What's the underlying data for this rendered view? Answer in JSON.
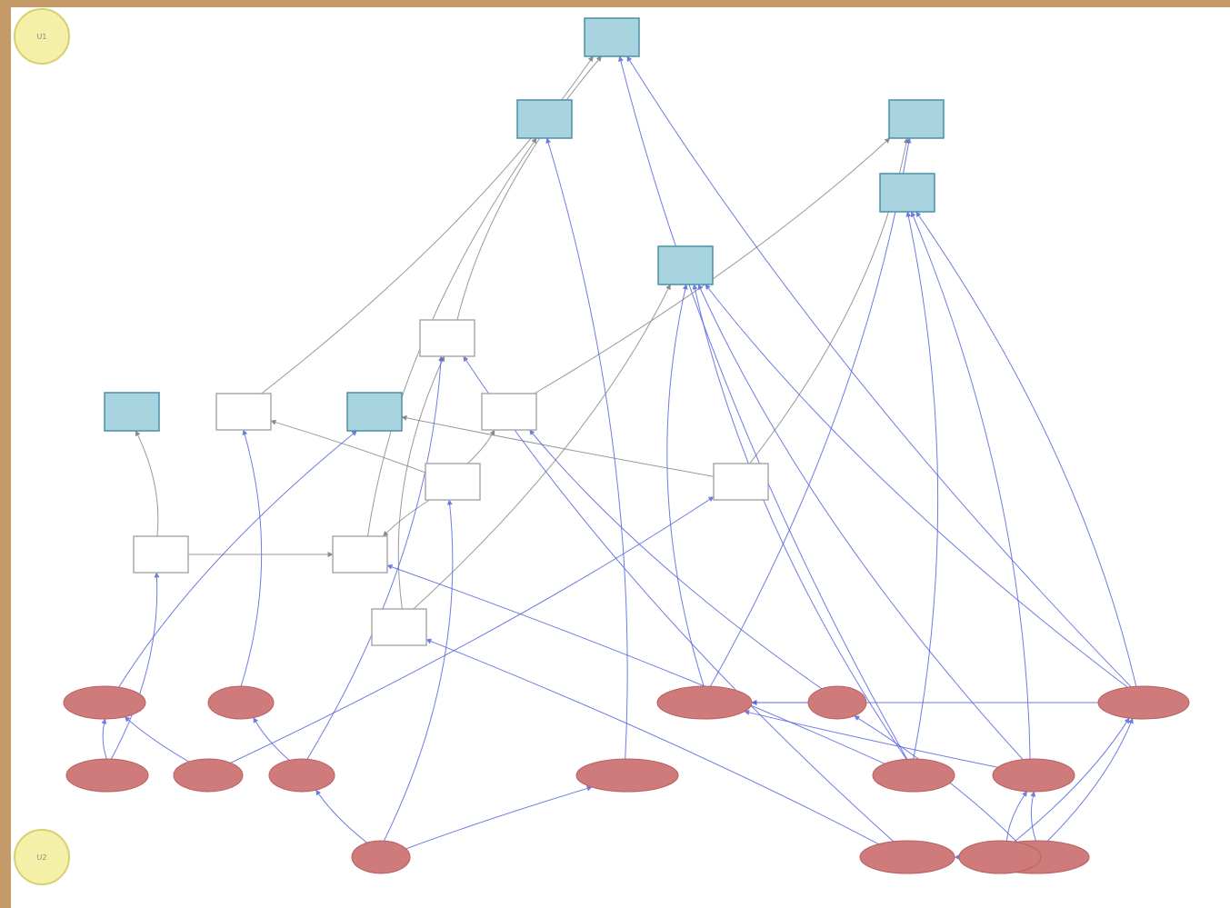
{
  "diagram": {
    "corner_top": "U1",
    "corner_bottom": "U2",
    "nodes": [
      {
        "id": "t1",
        "kind": "target",
        "label": ""
      },
      {
        "id": "t2",
        "kind": "target",
        "label": ""
      },
      {
        "id": "t3",
        "kind": "target",
        "label": ""
      },
      {
        "id": "t4",
        "kind": "target",
        "label": ""
      },
      {
        "id": "t5",
        "kind": "target",
        "label": ""
      },
      {
        "id": "t6",
        "kind": "target",
        "label": ""
      },
      {
        "id": "t7",
        "kind": "target",
        "label": ""
      },
      {
        "id": "m1",
        "kind": "module",
        "label": ""
      },
      {
        "id": "m2",
        "kind": "module",
        "label": ""
      },
      {
        "id": "m3",
        "kind": "module",
        "label": ""
      },
      {
        "id": "m4",
        "kind": "module",
        "label": ""
      },
      {
        "id": "m5",
        "kind": "module",
        "label": ""
      },
      {
        "id": "m6",
        "kind": "module",
        "label": ""
      },
      {
        "id": "m7",
        "kind": "module",
        "label": ""
      },
      {
        "id": "m8",
        "kind": "module",
        "label": ""
      },
      {
        "id": "p1",
        "kind": "source",
        "label": ""
      },
      {
        "id": "p2",
        "kind": "source",
        "label": ""
      },
      {
        "id": "p3",
        "kind": "source",
        "label": ""
      },
      {
        "id": "p4",
        "kind": "source",
        "label": ""
      },
      {
        "id": "p5",
        "kind": "source",
        "label": ""
      },
      {
        "id": "p6",
        "kind": "source",
        "label": ""
      },
      {
        "id": "p7",
        "kind": "source",
        "label": ""
      },
      {
        "id": "p8",
        "kind": "source",
        "label": ""
      },
      {
        "id": "p9",
        "kind": "source",
        "label": ""
      },
      {
        "id": "p10",
        "kind": "source",
        "label": ""
      },
      {
        "id": "p11",
        "kind": "source",
        "label": ""
      },
      {
        "id": "p12",
        "kind": "source",
        "label": ""
      },
      {
        "id": "p13",
        "kind": "source",
        "label": ""
      },
      {
        "id": "p14",
        "kind": "source",
        "label": ""
      },
      {
        "id": "p15",
        "kind": "source",
        "label": ""
      }
    ],
    "edges": [
      [
        "m1",
        "t1"
      ],
      [
        "m2",
        "t1"
      ],
      [
        "m3",
        "t3"
      ],
      [
        "m4",
        "t2"
      ],
      [
        "m5",
        "t4"
      ],
      [
        "m5",
        "m4"
      ],
      [
        "m6",
        "m1"
      ],
      [
        "m6",
        "m4"
      ],
      [
        "m6",
        "m3"
      ],
      [
        "m7",
        "t5"
      ],
      [
        "m7",
        "t3"
      ],
      [
        "m8",
        "m2"
      ],
      [
        "m8",
        "t6"
      ],
      [
        "p1",
        "t5"
      ],
      [
        "p2",
        "m1"
      ],
      [
        "p3",
        "p1"
      ],
      [
        "p3",
        "m5"
      ],
      [
        "p4",
        "p1"
      ],
      [
        "p4",
        "m7"
      ],
      [
        "p5",
        "p2"
      ],
      [
        "p5",
        "m2"
      ],
      [
        "p6",
        "p5"
      ],
      [
        "p6",
        "m6"
      ],
      [
        "p6",
        "p8"
      ],
      [
        "p7",
        "t3"
      ],
      [
        "p7",
        "t6"
      ],
      [
        "p8",
        "t2"
      ],
      [
        "p9",
        "m3"
      ],
      [
        "p9",
        "p7"
      ],
      [
        "p10",
        "t1"
      ],
      [
        "p10",
        "t7"
      ],
      [
        "p10",
        "t6"
      ],
      [
        "p10",
        "m4"
      ],
      [
        "p11",
        "p7"
      ],
      [
        "p11",
        "t7"
      ],
      [
        "p11",
        "t6"
      ],
      [
        "p12",
        "t7"
      ],
      [
        "p12",
        "t1"
      ],
      [
        "p12",
        "p7"
      ],
      [
        "p12",
        "t6"
      ],
      [
        "p13",
        "m8"
      ],
      [
        "p13",
        "m2"
      ],
      [
        "p14",
        "p9"
      ],
      [
        "p14",
        "p11"
      ],
      [
        "p14",
        "p12"
      ],
      [
        "p15",
        "p11"
      ],
      [
        "p15",
        "p12"
      ],
      [
        "p15",
        "p13"
      ]
    ]
  },
  "colors": {
    "target_fill": "#a8d4e0",
    "target_stroke": "#4a8fa8",
    "module_fill": "#ffffff",
    "module_stroke": "#aaaaaa",
    "source_fill": "#cf7b7b",
    "source_stroke": "#b96060",
    "edge_blue": "#5566dd",
    "edge_gray": "#888888",
    "corner_fill": "#f4f0a8",
    "corner_stroke": "#d8d070"
  }
}
